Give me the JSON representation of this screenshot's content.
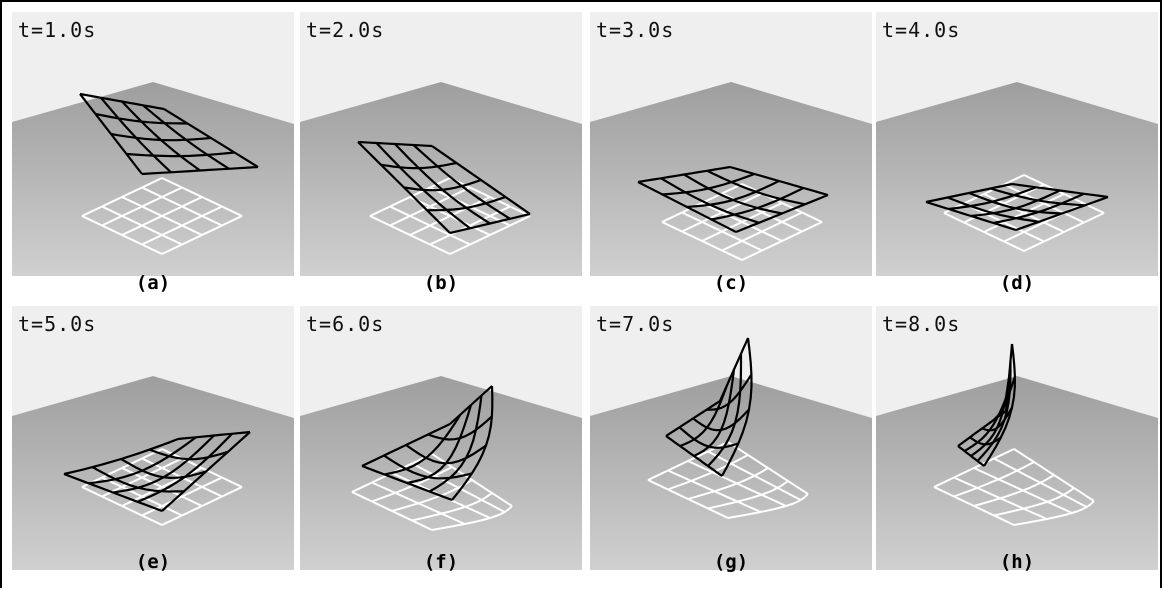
{
  "panels": [
    {
      "time": "t=1.0s",
      "caption": "(a)"
    },
    {
      "time": "t=2.0s",
      "caption": "(b)"
    },
    {
      "time": "t=3.0s",
      "caption": "(c)"
    },
    {
      "time": "t=4.0s",
      "caption": "(d)"
    },
    {
      "time": "t=5.0s",
      "caption": "(e)"
    },
    {
      "time": "t=6.0s",
      "caption": "(f)"
    },
    {
      "time": "t=7.0s",
      "caption": "(g)"
    },
    {
      "time": "t=8.0s",
      "caption": "(h)"
    }
  ],
  "colors": {
    "sky": "#efefef",
    "floor_top": "#9e9e9e",
    "floor_bottom": "#d0d0d0",
    "cloth": "#000000",
    "shadow_grid": "#ffffff"
  }
}
